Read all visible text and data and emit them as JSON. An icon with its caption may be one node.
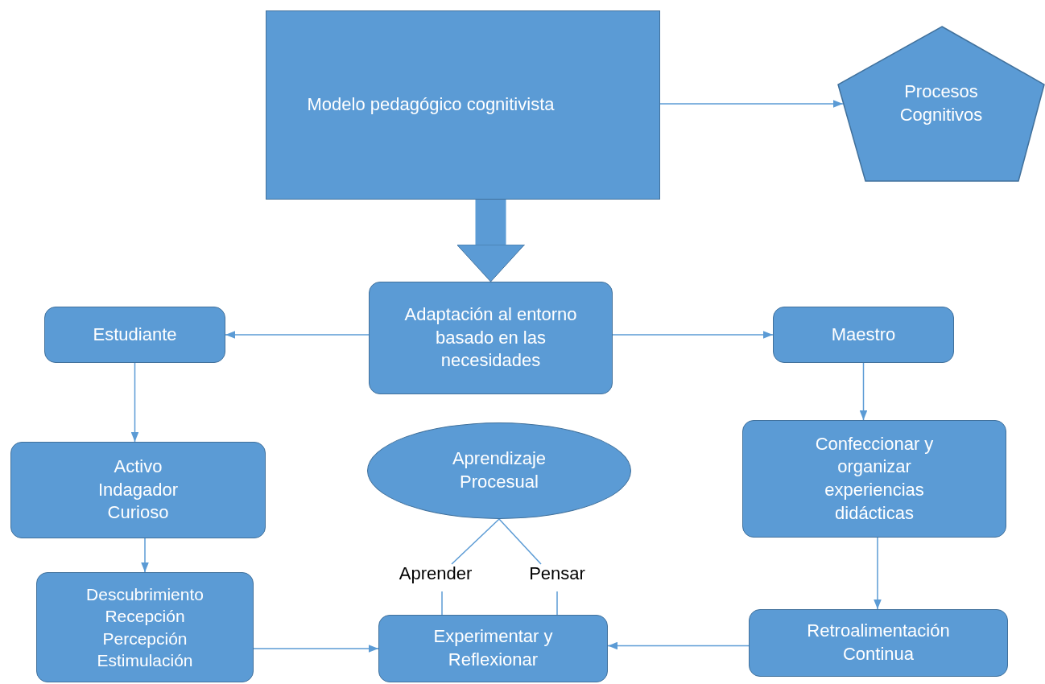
{
  "diagram": {
    "nodes": [
      {
        "text": [
          "Modelo pedagógico cognitivista"
        ]
      },
      {
        "text": [
          "Procesos Cognitivos"
        ]
      },
      {
        "text": [
          "Adaptación al entorno basado en las necesidades"
        ]
      },
      {
        "text": [
          "Estudiante"
        ]
      },
      {
        "text": [
          "Maestro"
        ]
      },
      {
        "text": [
          "Activo",
          "Indagador",
          "Curioso"
        ]
      },
      {
        "text": [
          "Aprendizaje Procesual"
        ]
      },
      {
        "text": [
          "Confeccionar y organizar experiencias didácticas"
        ]
      },
      {
        "text": [
          "Aprender"
        ]
      },
      {
        "text": [
          "Pensar"
        ]
      },
      {
        "text": [
          "Descubrimiento",
          "Recepción",
          "Percepción",
          "Estimulación"
        ]
      },
      {
        "text": [
          "Experimentar y Reflexionar"
        ]
      },
      {
        "text": [
          "Retroalimentación Continua"
        ]
      }
    ],
    "edges": [
      {
        "from": 0,
        "to": 1,
        "arrow": "to"
      },
      {
        "from": 0,
        "to": 2,
        "arrow": "to",
        "style": "thick"
      },
      {
        "from": 2,
        "to": 3,
        "arrow": "to"
      },
      {
        "from": 2,
        "to": 4,
        "arrow": "to"
      },
      {
        "from": 3,
        "to": 5,
        "arrow": "to"
      },
      {
        "from": 5,
        "to": 10,
        "arrow": "to"
      },
      {
        "from": 4,
        "to": 7,
        "arrow": "to"
      },
      {
        "from": 7,
        "to": 12,
        "arrow": "to"
      },
      {
        "from": 10,
        "to": 11,
        "arrow": "to"
      },
      {
        "from": 12,
        "to": 11,
        "arrow": "to"
      },
      {
        "from": 6,
        "to": 8,
        "arrow": "none"
      },
      {
        "from": 6,
        "to": 9,
        "arrow": "none"
      },
      {
        "from": 8,
        "to": 11,
        "arrow": "none"
      },
      {
        "from": 9,
        "to": 11,
        "arrow": "none"
      }
    ]
  }
}
